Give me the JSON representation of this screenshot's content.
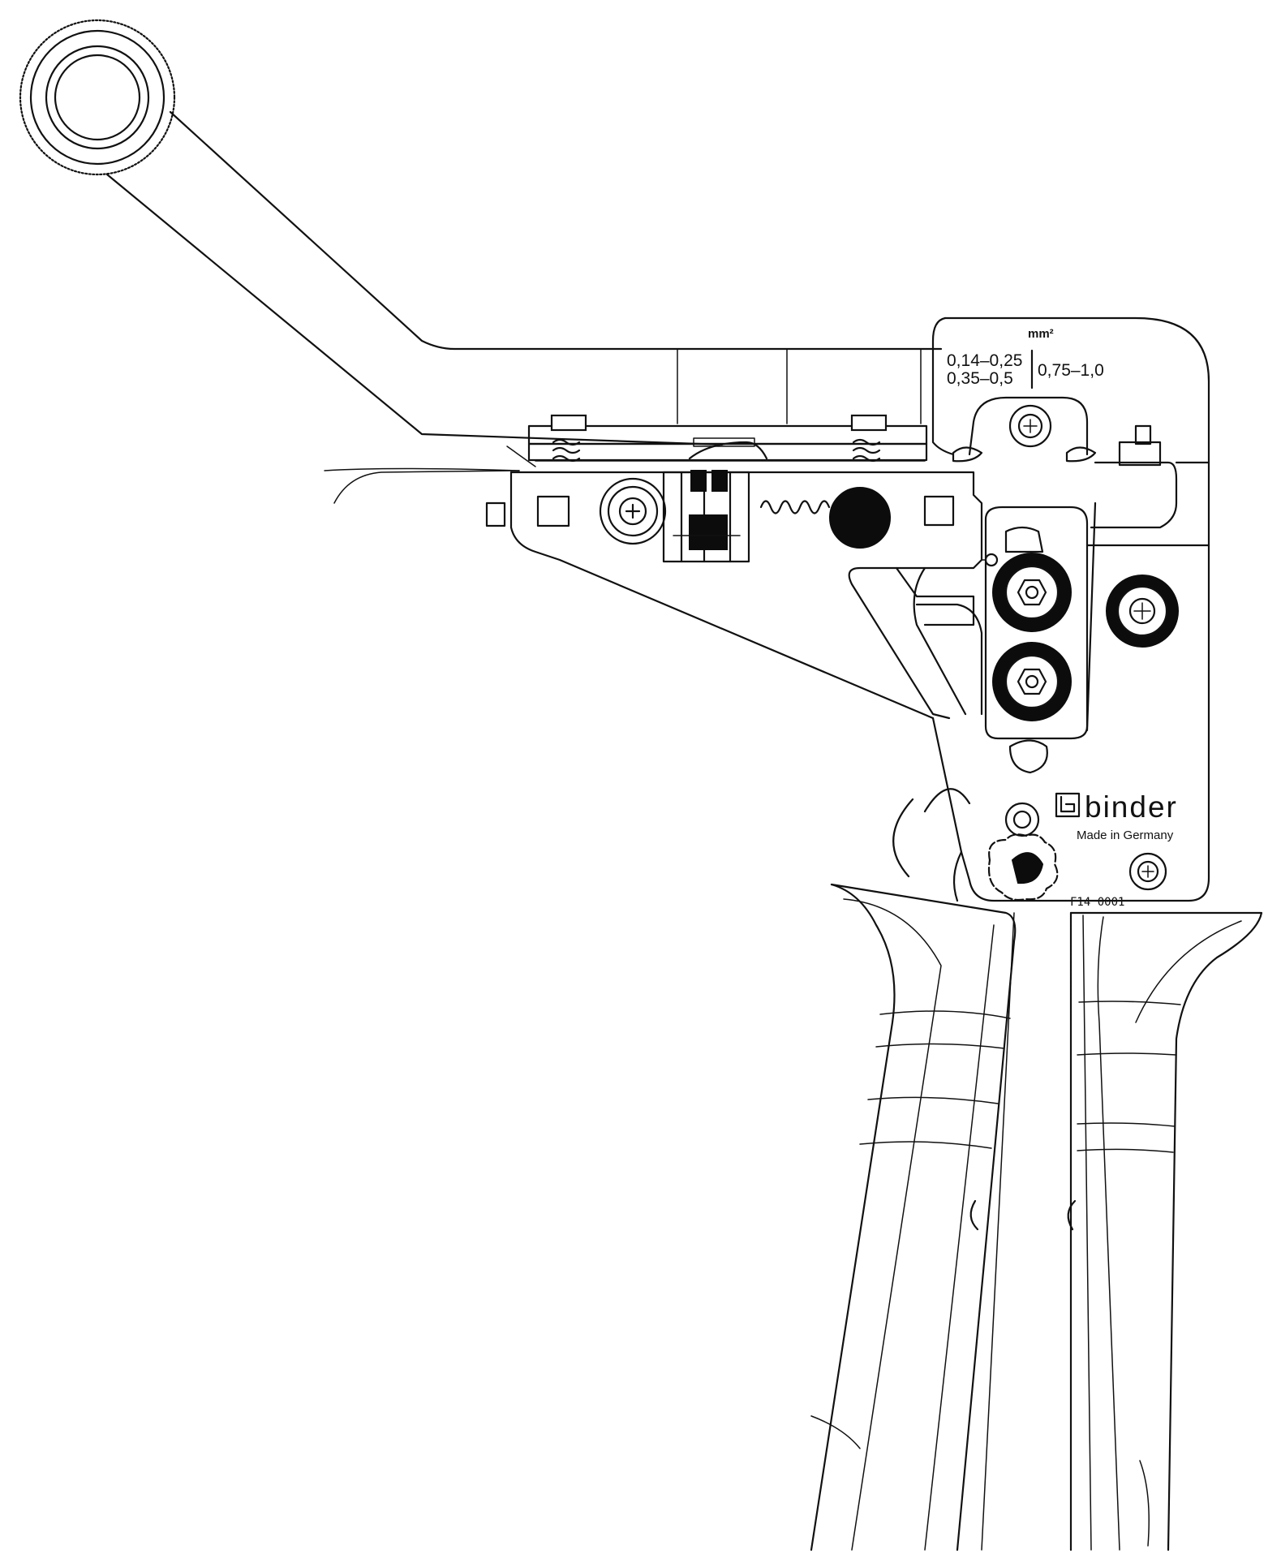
{
  "markings": {
    "unit": "mm²",
    "range_left_top": "0,14–0,25",
    "range_left_bottom": "0,35–0,5",
    "range_right": "0,75–1,0"
  },
  "branding": {
    "name": "binder",
    "origin": "Made in Germany",
    "part_number": "F14 0001"
  }
}
